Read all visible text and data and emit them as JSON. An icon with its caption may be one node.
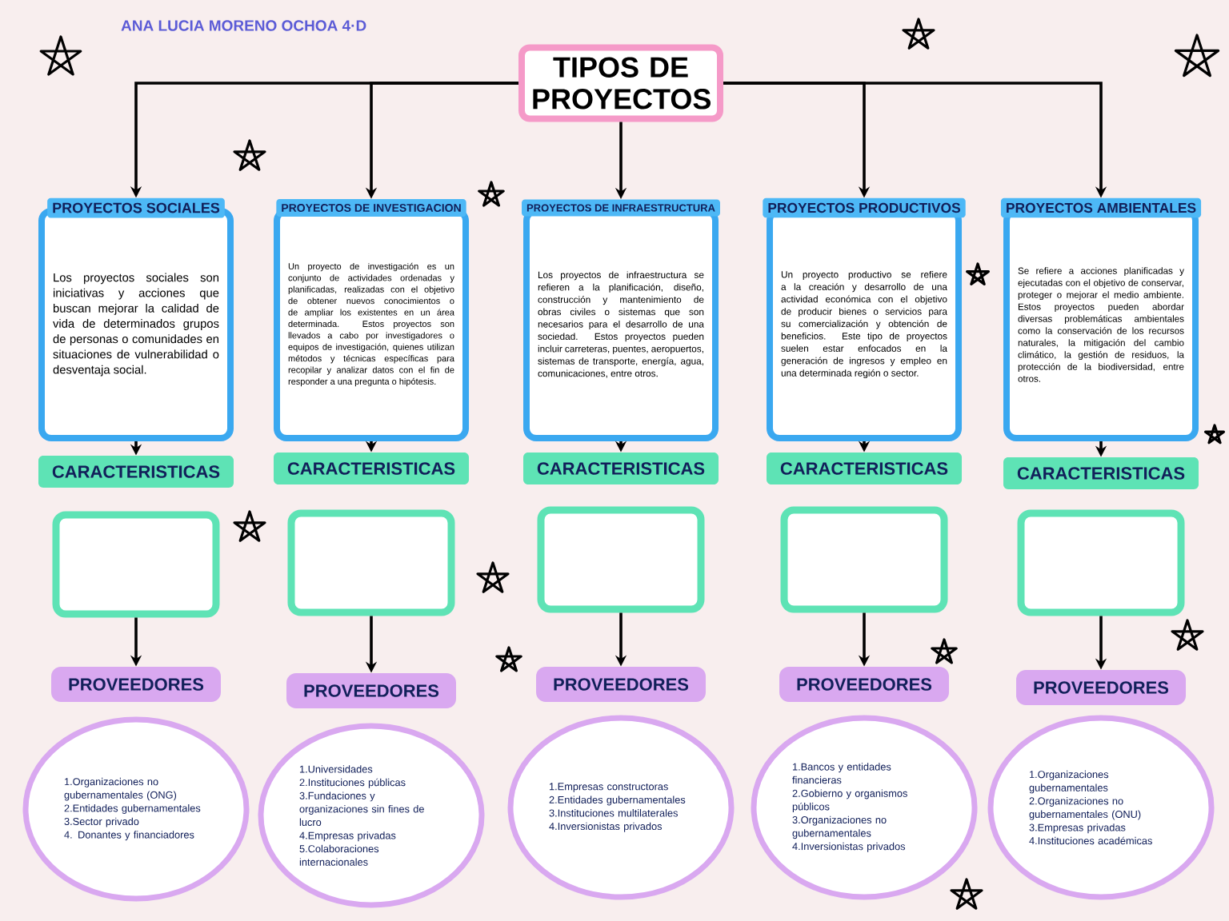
{
  "diagram": {
    "nodes": [
      {
        "text": [
          "TIPOS DE PROYECTOS"
        ]
      },
      {
        "text": [
          "PROYECTOS SOCIALES",
          "Los proyectos sociales son iniciativas y acciones que buscan mejorar la calidad de vida de determinados grupos de personas o comunidades en situaciones de vulnerabilidad o desventaja social."
        ]
      },
      {
        "text": [
          "PROYECTOS DE INVESTIGACION",
          "Un proyecto de investigación es un conjunto de actividades ordenadas y planificadas, realizadas con el objetivo de obtener nuevos conocimientos o de ampliar los existentes en un área determinada. Estos proyectos son llevados a cabo por investigadores o equipos de investigación, quienes utilizan métodos y técnicas específicas para recopilar y analizar datos con el fin de responder a una pregunta o hipótesis."
        ]
      },
      {
        "text": [
          "PROYECTOS DE INFRAESTRUCTURA",
          "Los proyectos de infraestructura se refieren a la planificación, diseño, construcción y mantenimiento de obras civiles o sistemas que son necesarios para el desarrollo de una sociedad. Estos proyectos pueden incluir carreteras, puentes, aeropuertos, sistemas de transporte, energía, agua, comunicaciones, entre otros."
        ]
      },
      {
        "text": [
          "PROYECTOS PRODUCTIVOS",
          "Un proyecto productivo se refiere a la creación y desarrollo de una actividad económica con el objetivo de producir bienes o servicios para su comercialización y obtención de beneficios. Este tipo de proyectos suelen estar enfocados en la generación de ingresos y empleo en una determinada región o sector."
        ]
      },
      {
        "text": [
          "PROYECTOS AMBIENTALES",
          "Se refiere a acciones planificadas y ejecutadas con el objetivo de conservar, proteger o mejorar el medio ambiente. Estos proyectos pueden abordar diversas problemáticas ambientales como la conservación de los recursos naturales, la mitigación del cambio climático, la gestión de residuos, la protección de la biodiversidad, entre otros."
        ]
      },
      {
        "text": [
          "CARACTERISTICAS"
        ]
      },
      {
        "text": [
          "CARACTERISTICAS"
        ]
      },
      {
        "text": [
          "CARACTERISTICAS"
        ]
      },
      {
        "text": [
          "CARACTERISTICAS"
        ]
      },
      {
        "text": [
          "CARACTERISTICAS"
        ]
      },
      {
        "text": [],
        "shape": "box"
      },
      {
        "text": [],
        "shape": "box"
      },
      {
        "text": [],
        "shape": "box"
      },
      {
        "text": [],
        "shape": "box"
      },
      {
        "text": [],
        "shape": "box"
      },
      {
        "text": [
          "PROVEEDORES"
        ]
      },
      {
        "text": [
          "PROVEEDORES"
        ]
      },
      {
        "text": [
          "PROVEEDORES"
        ]
      },
      {
        "text": [
          "PROVEEDORES"
        ]
      },
      {
        "text": [
          "PROVEEDORES"
        ]
      },
      {
        "text": [
          "1.Organizaciones no gubernamentales (ONG)",
          "2.Entidades gubernamentales",
          "3.Sector privado",
          "4. Donantes y financiadores"
        ]
      },
      {
        "text": [
          "1.Universidades",
          "2.Instituciones públicas",
          "3.Fundaciones y organizaciones sin fines de lucro",
          "4.Empresas privadas",
          "5.Colaboraciones internacionales"
        ]
      },
      {
        "text": [
          "1.Empresas constructoras",
          "2.Entidades gubernamentales",
          "3.Instituciones multilaterales",
          "4.Inversionistas privados"
        ]
      },
      {
        "text": [
          "1.Bancos y entidades financieras",
          "2.Gobierno y organismos públicos",
          "3.Organizaciones no gubernamentales",
          "4.Inversionistas privados"
        ]
      },
      {
        "text": [
          "1.Organizaciones gubernamentales",
          "2.Organizaciones no gubernamentales (ONU)",
          "3.Empresas privadas",
          "4.Instituciones académicas"
        ]
      }
    ],
    "edges": [
      {
        "from": 0,
        "to": 1,
        "arrow": "to"
      },
      {
        "from": 0,
        "to": 2,
        "arrow": "to"
      },
      {
        "from": 0,
        "to": 3,
        "arrow": "to"
      },
      {
        "from": 0,
        "to": 4,
        "arrow": "to"
      },
      {
        "from": 0,
        "to": 5,
        "arrow": "to"
      },
      {
        "from": 1,
        "to": 6,
        "arrow": "to"
      },
      {
        "from": 2,
        "to": 7,
        "arrow": "to"
      },
      {
        "from": 3,
        "to": 8,
        "arrow": "to"
      },
      {
        "from": 4,
        "to": 9,
        "arrow": "to"
      },
      {
        "from": 5,
        "to": 10,
        "arrow": "to"
      },
      {
        "from": 11,
        "to": 16,
        "arrow": "to"
      },
      {
        "from": 12,
        "to": 17,
        "arrow": "to"
      },
      {
        "from": 13,
        "to": 18,
        "arrow": "to"
      },
      {
        "from": 14,
        "to": 19,
        "arrow": "to"
      },
      {
        "from": 15,
        "to": 20,
        "arrow": "to"
      }
    ],
    "labels": [
      "ANA LUCIA MORENO OCHOA 4·D"
    ]
  }
}
